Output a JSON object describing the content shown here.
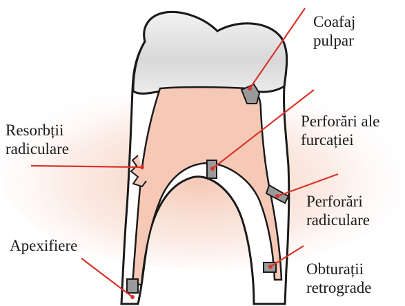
{
  "labels": {
    "coafaj": [
      "Coafaj",
      "pulpar"
    ],
    "resorbtii": [
      "Resorbții",
      "radiculare"
    ],
    "perforari_furcatie": [
      "Perforări ale",
      "furcației"
    ],
    "perforari_radiculare": [
      "Perforări",
      "radiculare"
    ],
    "apexifiere": [
      "Apexifiere"
    ],
    "obturatii": [
      "Obturații",
      "retrograde"
    ]
  },
  "colors": {
    "pulp": "#f6c9b6",
    "enamel": "#e0e0e0",
    "outline": "#1a1a1a",
    "leader": "#d9342a",
    "filling": "#9a9a9a",
    "glow": "#f3c0aa"
  }
}
